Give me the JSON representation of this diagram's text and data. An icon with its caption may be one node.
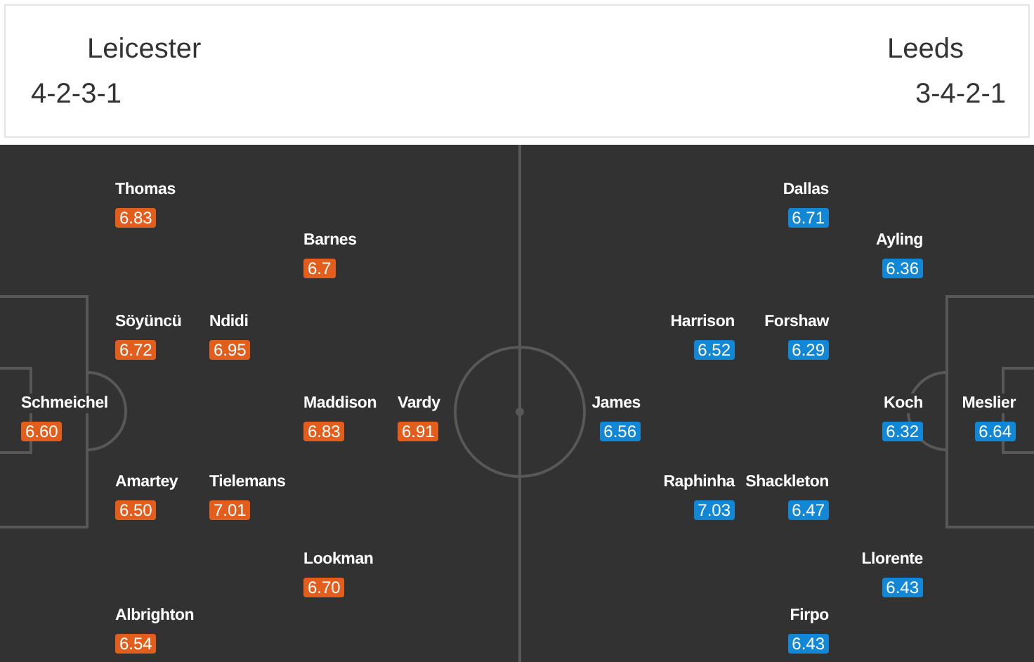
{
  "diagram": {
    "nodes": [
      {
        "text": [
          "Leicester",
          "4-2-3-1",
          "Leeds",
          "3-4-2-1"
        ]
      },
      {
        "text": [],
        "shape": "box"
      },
      {
        "text": [
          "Thomas",
          "6.83"
        ],
        "in": 1
      },
      {
        "text": [
          "Barnes",
          "6.7"
        ],
        "in": 1
      },
      {
        "text": [
          "Söyüncü",
          "6.72"
        ],
        "in": 1
      },
      {
        "text": [
          "Ndidi",
          "6.95"
        ],
        "in": 1
      },
      {
        "text": [
          "Schmeichel",
          "6.60"
        ],
        "in": 1
      },
      {
        "text": [
          "Maddison",
          "6.83"
        ],
        "in": 1
      },
      {
        "text": [
          "Vardy",
          "6.91"
        ],
        "in": 1
      },
      {
        "text": [
          "Amartey",
          "6.50"
        ],
        "in": 1
      },
      {
        "text": [
          "Tielemans",
          "7.01"
        ],
        "in": 1
      },
      {
        "text": [
          "Lookman",
          "6.70"
        ],
        "in": 1
      },
      {
        "text": [
          "Albrighton",
          "6.54"
        ],
        "in": 1
      },
      {
        "text": [
          "Dallas",
          "6.71"
        ],
        "in": 1
      },
      {
        "text": [
          "Ayling",
          "6.36"
        ],
        "in": 1
      },
      {
        "text": [
          "Harrison",
          "6.52"
        ],
        "in": 1
      },
      {
        "text": [
          "Forshaw",
          "6.29"
        ],
        "in": 1
      },
      {
        "text": [
          "James",
          "6.56"
        ],
        "in": 1
      },
      {
        "text": [
          "Koch",
          "6.32"
        ],
        "in": 1
      },
      {
        "text": [
          "Meslier",
          "6.64"
        ],
        "in": 1
      },
      {
        "text": [
          "Raphinha",
          "7.03"
        ],
        "in": 1
      },
      {
        "text": [
          "Shackleton",
          "6.47"
        ],
        "in": 1
      },
      {
        "text": [
          "Llorente",
          "6.43"
        ],
        "in": 1
      },
      {
        "text": [
          "Firpo",
          "6.43"
        ],
        "in": 1
      }
    ]
  }
}
